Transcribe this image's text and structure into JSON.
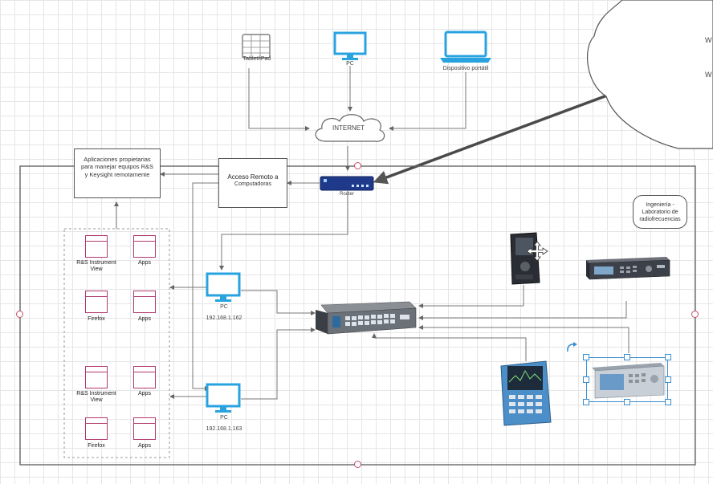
{
  "top_devices": {
    "tablet_label": "Tablet/iPad",
    "pc_label": "PC",
    "laptop_label": "Dispositivo portátil"
  },
  "internet_label": "INTERNET",
  "router_label": "Router",
  "remote_apps_box": "Aplicaciones propietarias para manejar equipos R&S y Keysight remotamente",
  "remote_access_box": {
    "title": "Acceso Remoto a",
    "subtitle": "Computadoras"
  },
  "lab_label": "Ingeniería - Laboratorio de radiofrecuencias",
  "pcs": [
    {
      "label": "PC",
      "ip": "192.168.1.162"
    },
    {
      "label": "PC",
      "ip": "192.168.1.163"
    }
  ],
  "app_groups": [
    {
      "items": [
        "R&S Instrument View",
        "Apps",
        "Firefox",
        "Apps"
      ]
    },
    {
      "items": [
        "R&S Instrument View",
        "Apps",
        "Firefox",
        "Apps"
      ]
    }
  ],
  "cloud_partial_text": [
    "W",
    "W"
  ],
  "colors": {
    "app_icon": "#b03a6e",
    "device_blue": "#29a3e0",
    "selection": "#3a8fd0",
    "handle": "#c0506a"
  }
}
